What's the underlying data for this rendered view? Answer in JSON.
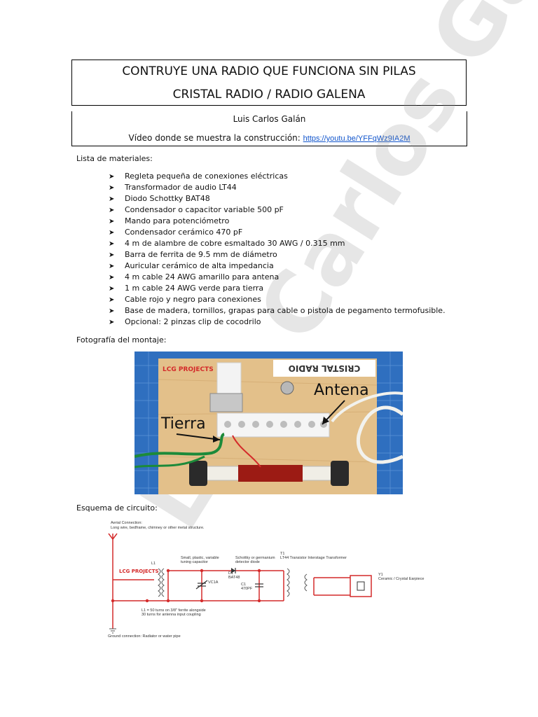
{
  "title": {
    "line1": "CONTRUYE UNA RADIO QUE FUNCIONA SIN PILAS",
    "line2": "CRISTAL RADIO / RADIO GALENA"
  },
  "author": "Luis Carlos Galán",
  "video": {
    "label": "Vídeo donde se muestra la construcción:",
    "link": "https://youtu.be/YFFqWz9IA2M"
  },
  "materials": {
    "heading": "Lista de materiales:",
    "items": [
      "Regleta pequeña de conexiones eléctricas",
      "Transformador de audio LT44",
      "Diodo Schottky BAT48",
      "Condensador o capacitor variable 500 pF",
      "Mando para potenciómetro",
      "Condensador cerámico 470 pF",
      "4 m de alambre de cobre esmaltado 30 AWG / 0.315 mm",
      "Barra de ferrita de 9.5 mm de diámetro",
      "Auricular cerámico de alta impedancia",
      "4 m cable 24 AWG amarillo para antena",
      "1 m cable 24 AWG verde para tierra",
      "Cable rojo y negro para conexiones",
      "Base de madera, tornillos, grapas para cable o pistola de pegamento termofusible.",
      "Opcional: 2 pinzas clip de cocodrilo"
    ]
  },
  "photo": {
    "heading": "Fotografía del montaje:",
    "board_text": "CRISTAL RADIO",
    "logo": "LCG PROJECTS",
    "label_tierra": "Tierra",
    "label_antena": "Antena"
  },
  "schematic": {
    "heading": "Esquema de circuito:",
    "aerial": "Aerial Connection:",
    "aerial_desc": "Long wire, bedframe, chimney or other metal structure.",
    "l1": "L1",
    "cap_desc1": "Small, plastic, variable",
    "cap_desc2": "tuning capacitor",
    "vc": "VC1A",
    "diode_desc1": "Schottky or germanium",
    "diode_desc2": "detector diode",
    "d1": "D1",
    "bat": "BAT48",
    "c1": "C1",
    "c1_val": "470PF",
    "t1": "T1",
    "transformer": "LT44 Transistor Interstage Transformer",
    "y1": "Y1",
    "earpiece": "Ceramic / Crystal Earpiece",
    "coil1": "L1 = 50 turns on 3/8\" ferrite alongside",
    "coil2": "30 turns for antenna input coupling",
    "ground": "Ground connection: Radiator or water pipe",
    "logo": "LCG PROJECTS"
  },
  "watermark": "Luis Carlos Galán",
  "colors": {
    "link": "#1155cc",
    "wire_red": "#d42a2a",
    "board": "#e3c08a",
    "bg_blue": "#2f6fbf"
  }
}
